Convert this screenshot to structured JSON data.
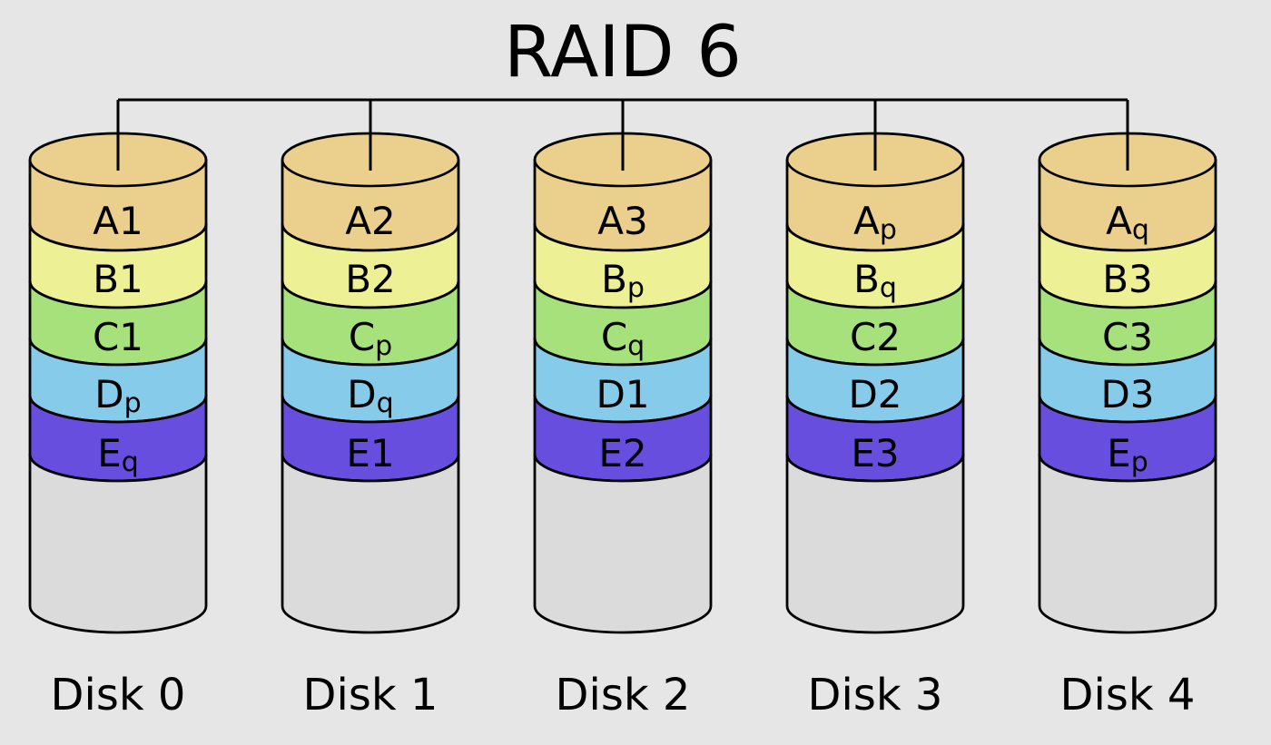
{
  "title": "RAID 6",
  "colors": {
    "background": "#E6E6E6",
    "outline": "#000000",
    "band_a": "#EAD08C",
    "band_b": "#EEF096",
    "band_c": "#A6E17C",
    "band_d": "#87CBEB",
    "band_e": "#684EDE",
    "disk_body": "#DBDBDB"
  },
  "disks": [
    {
      "name": "Disk 0",
      "blocks": [
        {
          "main": "A1",
          "sub": ""
        },
        {
          "main": "B1",
          "sub": ""
        },
        {
          "main": "C1",
          "sub": ""
        },
        {
          "main": "D",
          "sub": "p"
        },
        {
          "main": "E",
          "sub": "q"
        }
      ]
    },
    {
      "name": "Disk 1",
      "blocks": [
        {
          "main": "A2",
          "sub": ""
        },
        {
          "main": "B2",
          "sub": ""
        },
        {
          "main": "C",
          "sub": "p"
        },
        {
          "main": "D",
          "sub": "q"
        },
        {
          "main": "E1",
          "sub": ""
        }
      ]
    },
    {
      "name": "Disk 2",
      "blocks": [
        {
          "main": "A3",
          "sub": ""
        },
        {
          "main": "B",
          "sub": "p"
        },
        {
          "main": "C",
          "sub": "q"
        },
        {
          "main": "D1",
          "sub": ""
        },
        {
          "main": "E2",
          "sub": ""
        }
      ]
    },
    {
      "name": "Disk 3",
      "blocks": [
        {
          "main": "A",
          "sub": "p"
        },
        {
          "main": "B",
          "sub": "q"
        },
        {
          "main": "C2",
          "sub": ""
        },
        {
          "main": "D2",
          "sub": ""
        },
        {
          "main": "E3",
          "sub": ""
        }
      ]
    },
    {
      "name": "Disk 4",
      "blocks": [
        {
          "main": "A",
          "sub": "q"
        },
        {
          "main": "B3",
          "sub": ""
        },
        {
          "main": "C3",
          "sub": ""
        },
        {
          "main": "D3",
          "sub": ""
        },
        {
          "main": "E",
          "sub": "p"
        }
      ]
    }
  ]
}
